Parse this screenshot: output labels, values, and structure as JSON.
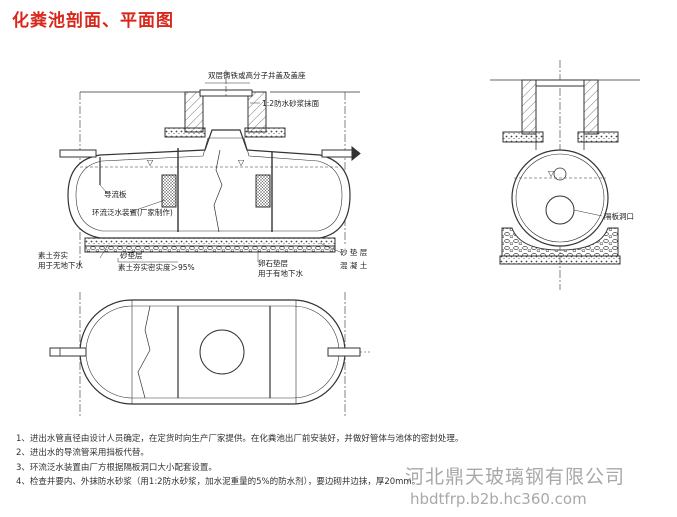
{
  "title": "化粪池剖面、平面图",
  "section_labels": {
    "cover": "双层铸铁或高分子井盖及盖座",
    "mortar_plaster": "1:2防水砂浆抹面",
    "baffle": "导流板",
    "overflow_device": "环流泛水装置(厂家制作)",
    "rammed_soil": "素土夯实",
    "no_groundwater": "用于无地下水",
    "sand_cushion": "砂垫层",
    "compaction": "素土夯实密实度＞95%",
    "pebble_cushion": "卵石垫层",
    "with_groundwater": "用于有地下水",
    "sand_layer": "砂 垫 层",
    "concrete": "混 凝 土"
  },
  "end_view_labels": {
    "partition_hole": "隔板洞口"
  },
  "notes": [
    "1、进出水管直径由设计人员确定，在定货时向生产厂家提供。在化粪池出厂前安装好，并做好管体与池体的密封处理。",
    "2、进出水的导流管采用挡板代替。",
    "3、环流泛水装置由厂方根据隔板洞口大小配套设置。",
    "4、检查井要内、外抹防水砂浆（用1:2防水砂浆，加水泥重量的5%的防水剂），要边砌井边抹，厚20mm。"
  ],
  "watermark": {
    "company": "河北鼎天玻璃钢有限公司",
    "url": "hbdtfrp.b2b.hc360.com"
  },
  "colors": {
    "title": "#d8281c",
    "line": "#333333",
    "watermark": "#9a9a9a"
  }
}
